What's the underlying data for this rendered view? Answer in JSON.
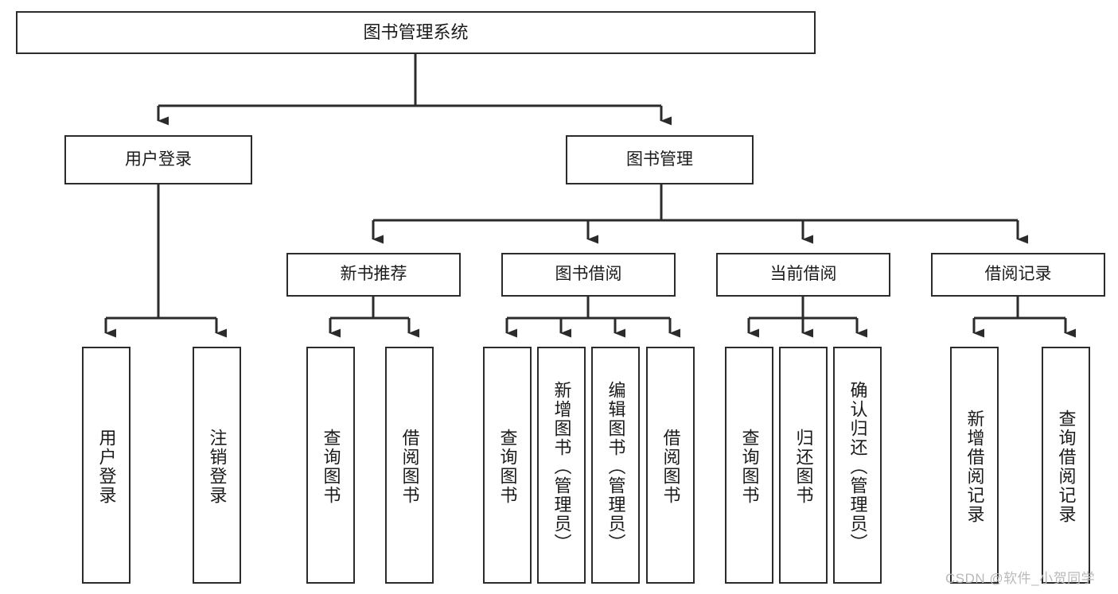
{
  "diagram": {
    "type": "tree",
    "title": "图书管理系统",
    "orientation": "top-down",
    "line_color": "#2b2b2b",
    "box_fill": "#ffffff",
    "text_color": "#1b1b1b"
  },
  "nodes": {
    "root": {
      "label": "图书管理系统"
    },
    "level2": [
      {
        "label": "用户登录"
      },
      {
        "label": "图书管理"
      }
    ],
    "level3": [
      {
        "label": "新书推荐"
      },
      {
        "label": "图书借阅"
      },
      {
        "label": "当前借阅"
      },
      {
        "label": "借阅记录"
      }
    ],
    "leaves": {
      "user_login": [
        {
          "label": "用户登录"
        },
        {
          "label": "注销登录"
        }
      ],
      "new_book_recommend": [
        {
          "label": "查询图书"
        },
        {
          "label": "借阅图书"
        }
      ],
      "book_borrow": [
        {
          "label": "查询图书"
        },
        {
          "label": "新增图书（管理员）"
        },
        {
          "label": "编辑图书（管理员）"
        },
        {
          "label": "借阅图书"
        }
      ],
      "current_borrow": [
        {
          "label": "查询图书"
        },
        {
          "label": "归还图书"
        },
        {
          "label": "确认归还（管理员）"
        }
      ],
      "borrow_records": [
        {
          "label": "新增借阅记录"
        },
        {
          "label": "查询借阅记录"
        }
      ]
    }
  },
  "watermark": {
    "text": "CSDN @软件_小贺同学"
  }
}
